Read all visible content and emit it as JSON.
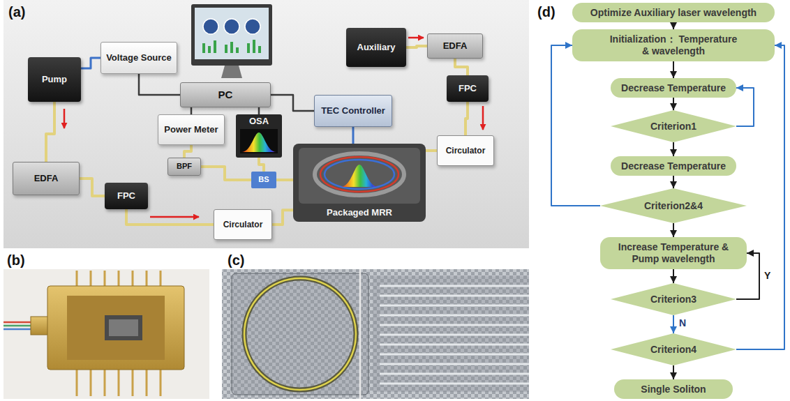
{
  "diagram": {
    "nodes": [
      {
        "text": [
          "Pump"
        ]
      },
      {
        "text": [
          "Voltage Source"
        ]
      },
      {
        "text": [
          "PC"
        ]
      },
      {
        "text": [
          "Power Meter"
        ]
      },
      {
        "text": [
          "OSA"
        ]
      },
      {
        "text": [
          "TEC Controller"
        ]
      },
      {
        "text": [
          "Auxiliary"
        ]
      },
      {
        "text": [
          "EDFA"
        ]
      },
      {
        "text": [
          "FPC"
        ]
      },
      {
        "text": [
          "EDFA"
        ]
      },
      {
        "text": [
          "FPC"
        ]
      },
      {
        "text": [
          "BPF"
        ]
      },
      {
        "text": [
          "BS"
        ]
      },
      {
        "text": [
          "Packaged MRR"
        ]
      },
      {
        "text": [
          "Circulator"
        ]
      },
      {
        "text": [
          "Circulator"
        ]
      },
      {
        "text": [
          "Optimize Auxiliary laser wavelength"
        ]
      },
      {
        "text": [
          "Initialization： Temperature & wavelength"
        ]
      },
      {
        "text": [
          "Decrease Temperature"
        ]
      },
      {
        "text": [
          "Criterion1"
        ]
      },
      {
        "text": [
          "Decrease Temperature"
        ]
      },
      {
        "text": [
          "Criterion2&4"
        ]
      },
      {
        "text": [
          "Increase Temperature & Pump wavelength"
        ]
      },
      {
        "text": [
          "Criterion3"
        ]
      },
      {
        "text": [
          "Criterion4"
        ]
      },
      {
        "text": [
          "Single Soliton"
        ]
      }
    ],
    "edges": [
      {
        "from": 1,
        "to": 0,
        "arrow": "none"
      },
      {
        "from": 1,
        "to": 2,
        "arrow": "none"
      },
      {
        "from": 0,
        "to": 9,
        "arrow": "none"
      },
      {
        "from": 9,
        "to": 10,
        "arrow": "none"
      },
      {
        "from": 10,
        "to": 14,
        "arrow": "none"
      },
      {
        "from": 14,
        "to": 13,
        "arrow": "none"
      },
      {
        "from": 13,
        "to": 12,
        "arrow": "none"
      },
      {
        "from": 12,
        "to": 4,
        "arrow": "none"
      },
      {
        "from": 12,
        "to": 11,
        "arrow": "none"
      },
      {
        "from": 11,
        "to": 3,
        "arrow": "none"
      },
      {
        "from": 3,
        "to": 2,
        "arrow": "none"
      },
      {
        "from": 4,
        "to": 2,
        "arrow": "none"
      },
      {
        "from": 5,
        "to": 2,
        "arrow": "none"
      },
      {
        "from": 5,
        "to": 13,
        "arrow": "none"
      },
      {
        "from": 6,
        "to": 7,
        "arrow": "none"
      },
      {
        "from": 7,
        "to": 8,
        "arrow": "none"
      },
      {
        "from": 8,
        "to": 15,
        "arrow": "none"
      },
      {
        "from": 15,
        "to": 13,
        "arrow": "none"
      },
      {
        "from": 16,
        "to": 17,
        "arrow": "to"
      },
      {
        "from": 17,
        "to": 18,
        "arrow": "to"
      },
      {
        "from": 18,
        "to": 19,
        "arrow": "to"
      },
      {
        "from": 19,
        "to": 18,
        "arrow": "to"
      },
      {
        "from": 19,
        "to": 20,
        "arrow": "to"
      },
      {
        "from": 20,
        "to": 21,
        "arrow": "to"
      },
      {
        "from": 21,
        "to": 17,
        "arrow": "to"
      },
      {
        "from": 21,
        "to": 22,
        "arrow": "to"
      },
      {
        "from": 22,
        "to": 23,
        "arrow": "to"
      },
      {
        "from": 23,
        "to": 22,
        "label": "Y",
        "arrow": "to"
      },
      {
        "from": 23,
        "to": 24,
        "label": "N",
        "arrow": "to"
      },
      {
        "from": 24,
        "to": 17,
        "arrow": "to"
      },
      {
        "from": 24,
        "to": 25,
        "arrow": "to"
      }
    ],
    "labels": [
      "(a)",
      "(b)",
      "(c)",
      "(d)"
    ]
  }
}
